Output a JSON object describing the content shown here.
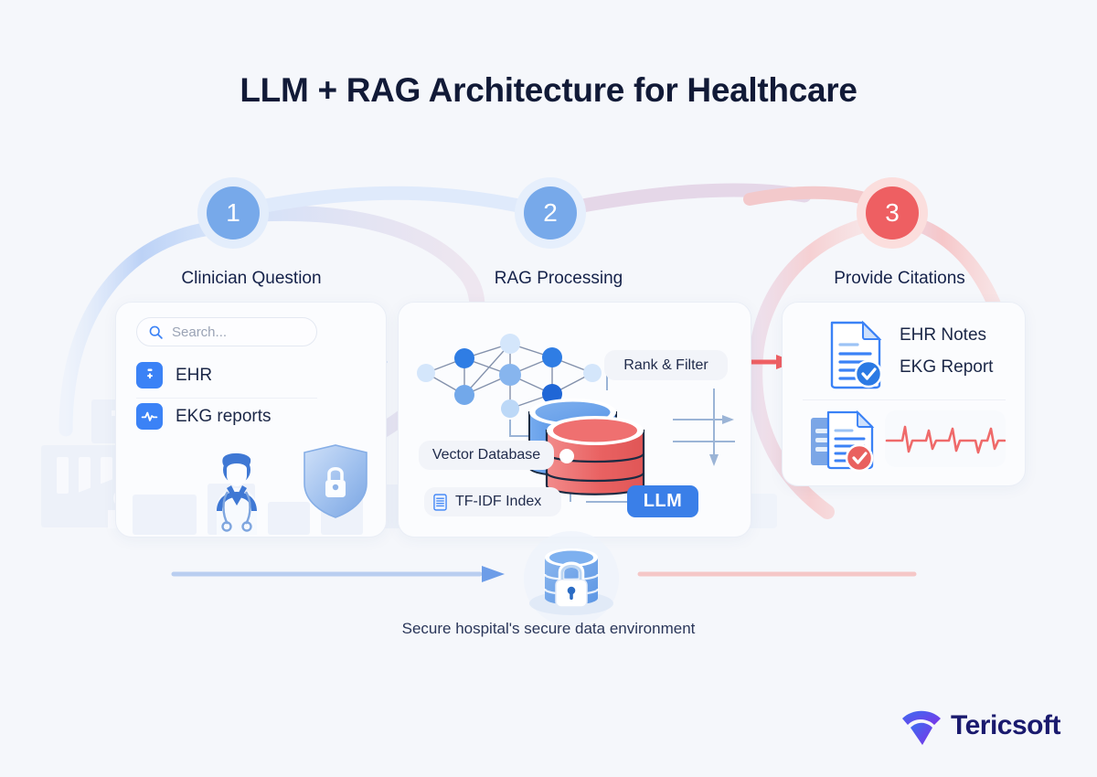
{
  "page": {
    "title": "LLM + RAG Architecture for Healthcare",
    "background_color": "#f5f7fb",
    "caption": "Secure hospital's secure data environment"
  },
  "colors": {
    "blue_step": "#77a9ea",
    "red_step": "#ee5f62",
    "blue_accent": "#3b82f6",
    "red_accent": "#ef6a6a",
    "text_dark": "#15224a",
    "logo_navy": "#1a1a6e"
  },
  "steps": [
    {
      "number": "1",
      "label": "Clinician Question",
      "color": "#77a9ea"
    },
    {
      "number": "2",
      "label": "RAG Processing",
      "color": "#77a9ea"
    },
    {
      "number": "3",
      "label": "Provide Citations",
      "color": "#ee5f62"
    }
  ],
  "card1": {
    "search": {
      "placeholder": "Search...",
      "icon": "search-icon"
    },
    "items": [
      {
        "label": "EHR",
        "icon": "medical-kit-icon"
      },
      {
        "label": "EKG reports",
        "icon": "heartbeat-icon"
      }
    ],
    "illustration": [
      "doctor-avatar-icon",
      "shield-lock-icon",
      "hospital-building-icon"
    ]
  },
  "card2": {
    "nodes_icon": "neural-network-icon",
    "database_icons": [
      "blue-database-icon",
      "red-database-icon"
    ],
    "blocks": [
      {
        "label": "Rank & Filter",
        "type": "pill"
      },
      {
        "label": "Vector Database",
        "type": "pill"
      },
      {
        "label": "TF-IDF Index",
        "type": "pill",
        "icon": "document-list-icon"
      },
      {
        "label": "LLM",
        "type": "button"
      }
    ]
  },
  "card3": {
    "rows": [
      {
        "label": "EHR Notes",
        "icon": "document-check-blue-icon"
      },
      {
        "label": "EKG Report",
        "icon": "document-check-blue-icon"
      }
    ],
    "second_row": {
      "icon": "documents-check-red-icon",
      "chart": "ekg-waveform-icon"
    }
  },
  "bottom": {
    "icon": "secure-database-lock-icon"
  },
  "logo": {
    "name": "Tericsoft",
    "mark": "wifi-signal-icon"
  }
}
